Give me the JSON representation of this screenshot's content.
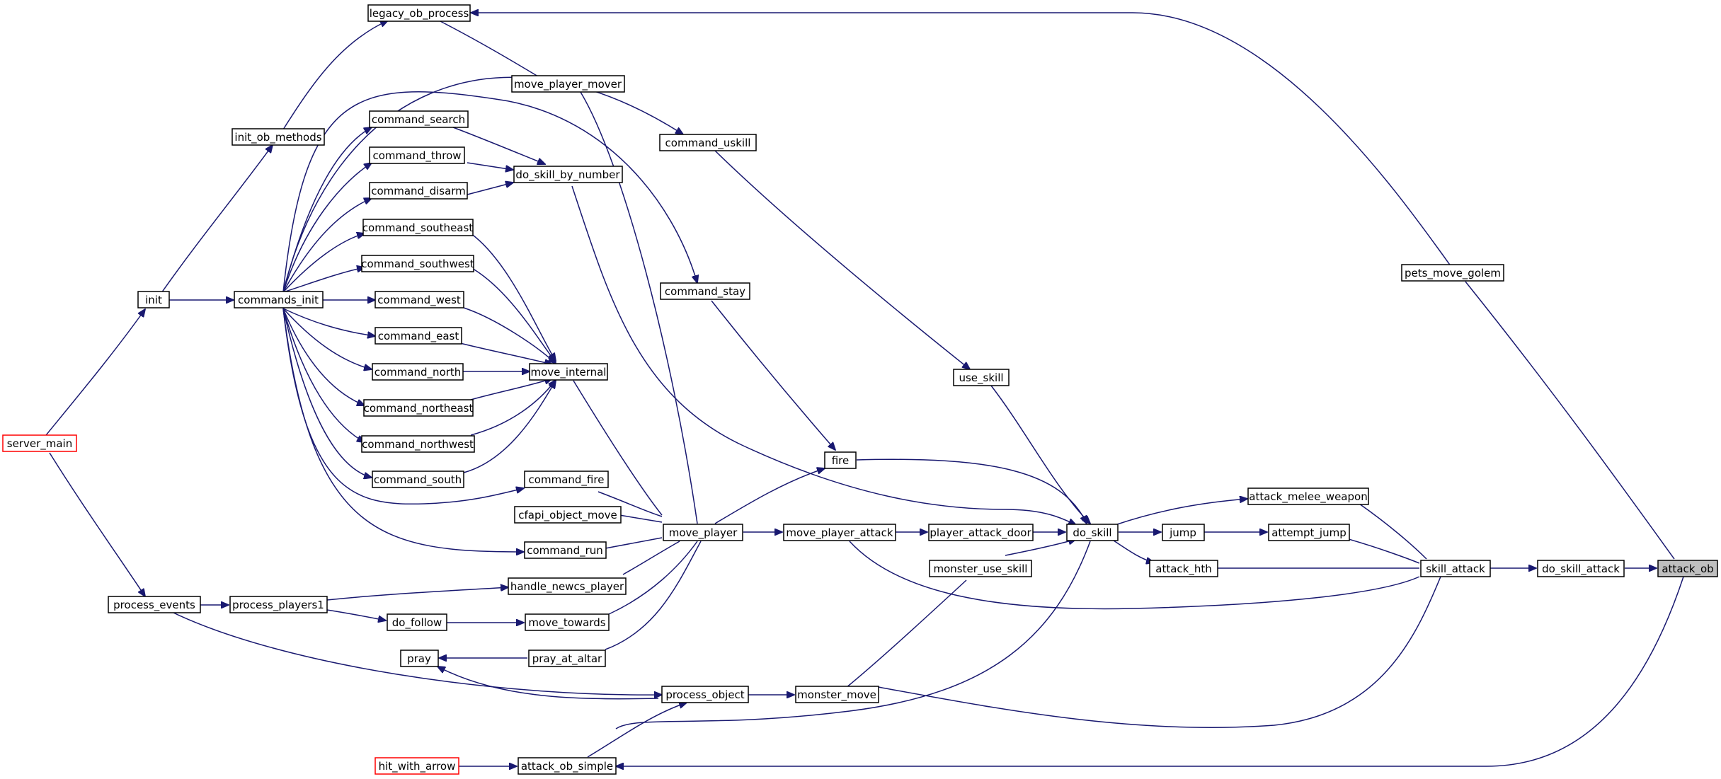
{
  "colors": {
    "edge": "#191970",
    "node_border": "#000000",
    "truncated_border": "#ff0000",
    "root_fill": "#bfbfbf"
  },
  "nodes": {
    "legacy_ob_process": "legacy_ob_process",
    "move_player_mover": "move_player_mover",
    "init_ob_methods": "init_ob_methods",
    "command_search": "command_search",
    "command_uskill": "command_uskill",
    "command_throw": "command_throw",
    "do_skill_by_number": "do_skill_by_number",
    "command_disarm": "command_disarm",
    "command_southeast": "command_southeast",
    "command_southwest": "command_southwest",
    "pets_move_golem": "pets_move_golem",
    "init": "init",
    "commands_init": "commands_init",
    "command_stay": "command_stay",
    "command_west": "command_west",
    "command_east": "command_east",
    "command_north": "command_north",
    "move_internal": "move_internal",
    "use_skill": "use_skill",
    "command_northeast": "command_northeast",
    "server_main": "server_main",
    "command_northwest": "command_northwest",
    "fire": "fire",
    "command_south": "command_south",
    "command_fire": "command_fire",
    "attack_melee_weapon": "attack_melee_weapon",
    "cfapi_object_move": "cfapi_object_move",
    "move_player": "move_player",
    "move_player_attack": "move_player_attack",
    "player_attack_door": "player_attack_door",
    "do_skill": "do_skill",
    "jump": "jump",
    "attempt_jump": "attempt_jump",
    "command_run": "command_run",
    "monster_use_skill": "monster_use_skill",
    "attack_hth": "attack_hth",
    "skill_attack": "skill_attack",
    "do_skill_attack": "do_skill_attack",
    "attack_ob": "attack_ob",
    "handle_newcs_player": "handle_newcs_player",
    "process_events": "process_events",
    "process_players1": "process_players1",
    "do_follow": "do_follow",
    "move_towards": "move_towards",
    "pray": "pray",
    "pray_at_altar": "pray_at_altar",
    "process_object": "process_object",
    "monster_move": "monster_move",
    "hit_with_arrow": "hit_with_arrow",
    "attack_ob_simple": "attack_ob_simple"
  }
}
